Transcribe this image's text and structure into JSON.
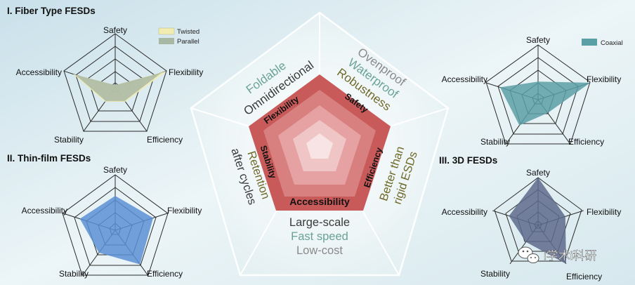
{
  "colors": {
    "background_gradient": [
      "#cfe3ec",
      "#eaf4f6",
      "#dcebf0"
    ],
    "twisted": "#f1ecb0",
    "parallel": "#a9b8a4",
    "thin_film": "#5b8fd3",
    "coaxial": "#5a9fa6",
    "three_d": "#5e6a8c",
    "center_outer": "#c85a5a",
    "rim_green": "#6aa396",
    "rim_olive": "#6f6a2a",
    "rim_dark": "#3a3a3a",
    "rim_gray": "#8a8a8a"
  },
  "axes": [
    "Safety",
    "Flexibility",
    "Efficiency",
    "Stability",
    "Accessibility"
  ],
  "panels": [
    {
      "title": "I. Fiber Type FESDs",
      "legend": [
        {
          "label": "Twisted",
          "color": "#f1ecb0"
        },
        {
          "label": "Parallel",
          "color": "#a9b8a4"
        }
      ],
      "series": [
        {
          "name": "Twisted",
          "color": "#f1ecb0",
          "values": [
            0.05,
            1.0,
            0.32,
            0.32,
            0.82
          ]
        },
        {
          "name": "Parallel",
          "color": "#a9b8a4",
          "values": [
            0.05,
            0.9,
            0.3,
            0.3,
            0.78
          ]
        }
      ]
    },
    {
      "title": "II. Thin-film FESDs",
      "legend": [],
      "series": [
        {
          "name": "",
          "color": "#5b8fd3",
          "values": [
            0.62,
            0.72,
            0.76,
            0.5,
            0.67
          ]
        }
      ]
    },
    {
      "title": "",
      "legend": [
        {
          "label": "Coaxial",
          "color": "#5a9fa6"
        }
      ],
      "series": [
        {
          "name": "Coaxial",
          "color": "#5a9fa6",
          "values": [
            0.33,
            1.0,
            0.3,
            0.58,
            0.73
          ]
        }
      ]
    },
    {
      "title": "III. 3D FESDs",
      "legend": [],
      "series": [
        {
          "name": "",
          "color": "#5e6a8c",
          "values": [
            1.0,
            0.6,
            1.0,
            0.43,
            0.64
          ]
        }
      ]
    }
  ],
  "center": {
    "inner_labels": [
      "Flexibility",
      "Safety",
      "Efficiency",
      "Accessibility",
      "Stability"
    ],
    "rim_groups": [
      {
        "lines": [
          "Foldable",
          "Omnidirectional"
        ],
        "colors": [
          "#6aa396",
          "#3a3a3a"
        ]
      },
      {
        "lines": [
          "Ovenproof",
          "Waterproof",
          "Robustness"
        ],
        "colors": [
          "#8a8a8a",
          "#6aa396",
          "#6f6a2a"
        ]
      },
      {
        "lines": [
          "Better than",
          "rigid ESDs"
        ],
        "colors": [
          "#6f6a2a",
          "#6f6a2a"
        ]
      },
      {
        "lines": [
          "Large-scale",
          "Fast speed",
          "Low-cost"
        ],
        "colors": [
          "#3a3a3a",
          "#6aa396",
          "#8a8a8a"
        ]
      },
      {
        "lines": [
          "Retention",
          "after cycles"
        ],
        "colors": [
          "#6f6a2a",
          "#3a3a3a"
        ]
      }
    ]
  },
  "watermark": "i学术i科研"
}
